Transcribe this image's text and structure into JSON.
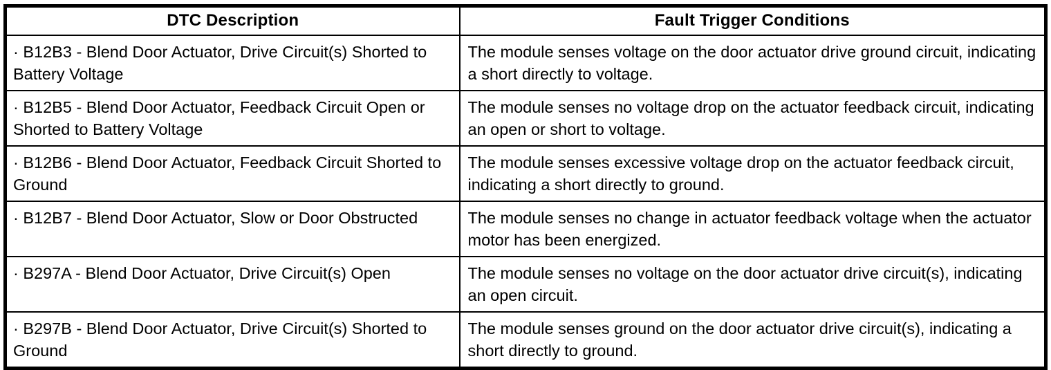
{
  "document": {
    "table": {
      "headers": {
        "dtc": "DTC Description",
        "conditions": "Fault Trigger Conditions"
      },
      "rows": [
        {
          "dtc": "· B12B3 - Blend Door Actuator, Drive Circuit(s) Shorted to Battery Voltage",
          "condition": "The module senses voltage on the door actuator drive ground circuit, indicating a short directly to voltage."
        },
        {
          "dtc": "· B12B5 - Blend Door Actuator, Feedback Circuit Open or Shorted to Battery Voltage",
          "condition": "The module senses no voltage drop on the actuator feedback circuit, indicating an open or short to voltage."
        },
        {
          "dtc": "· B12B6 - Blend Door Actuator, Feedback Circuit Shorted to Ground",
          "condition": "The module senses excessive voltage drop on the actuator feedback circuit, indicating a short directly to ground."
        },
        {
          "dtc": "· B12B7 - Blend Door Actuator, Slow or Door Obstructed",
          "condition": "The module senses no change in actuator feedback voltage when the actuator motor has been energized."
        },
        {
          "dtc": "· B297A - Blend Door Actuator, Drive Circuit(s) Open",
          "condition": "The module senses no voltage on the door actuator drive circuit(s), indicating an open circuit."
        },
        {
          "dtc": "· B297B - Blend Door Actuator, Drive Circuit(s) Shorted to Ground",
          "condition": "The module senses ground on the door actuator drive circuit(s), indicating a short directly to ground."
        }
      ],
      "colors": {
        "border": "#000000",
        "text": "#000000",
        "background": "#ffffff"
      }
    }
  }
}
